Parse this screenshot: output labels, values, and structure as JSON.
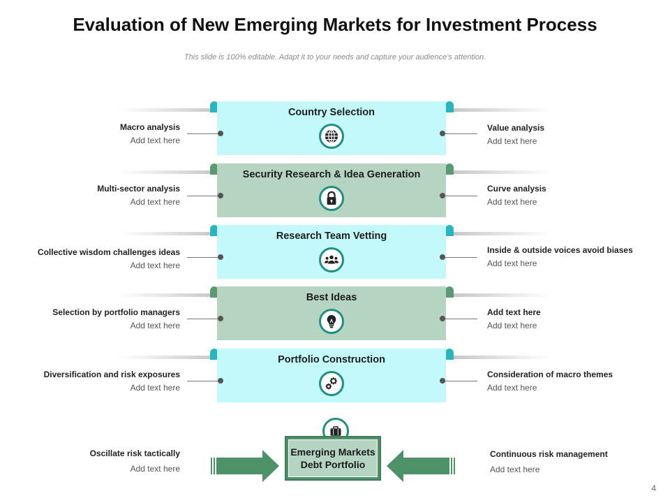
{
  "title": "Evaluation of New Emerging Markets for Investment Process",
  "subtitle": "This slide is 100% editable. Adapt it to your needs and capture your audience’s attention.",
  "steps": [
    {
      "label": "Country Selection",
      "icon": "globe-icon",
      "color": "#c4f9fb",
      "left": {
        "head": "Macro analysis",
        "sub": "Add text here"
      },
      "right": {
        "head": "Value analysis",
        "sub": "Add text here"
      }
    },
    {
      "label": "Security Research & Idea Generation",
      "icon": "lock-icon",
      "color": "#b5d5c2",
      "left": {
        "head": "Multi-sector analysis",
        "sub": "Add text here"
      },
      "right": {
        "head": "Curve analysis",
        "sub": "Add text here"
      }
    },
    {
      "label": "Research Team Vetting",
      "icon": "team-icon",
      "color": "#c4f9fb",
      "left": {
        "head": "Collective wisdom challenges ideas",
        "sub": "Add text here"
      },
      "right": {
        "head": "Inside & outside voices avoid biases",
        "sub": "Add text here"
      }
    },
    {
      "label": "Best Ideas",
      "icon": "lightbulb-icon",
      "color": "#b5d5c2",
      "left": {
        "head": "Selection by portfolio managers",
        "sub": "Add text here"
      },
      "right": {
        "head": "Add text here",
        "sub": "Add text here"
      }
    },
    {
      "label": "Portfolio Construction",
      "icon": "gears-icon",
      "color": "#c4f9fb",
      "left": {
        "head": "Diversification and risk exposures",
        "sub": "Add text here"
      },
      "right": {
        "head": "Consideration of macro themes",
        "sub": "Add text here"
      }
    }
  ],
  "final": {
    "label": "Emerging Markets Debt Portfolio",
    "icon": "briefcase-icon",
    "left": {
      "head": "Oscillate risk tactically",
      "sub": "Add text here"
    },
    "right": {
      "head": "Continuous risk management",
      "sub": "Add text here"
    }
  },
  "colors": {
    "cyan_panel": "#c4f9fb",
    "green_panel": "#b5d5c2",
    "accent_teal": "#1f8f81",
    "arrow_green": "#4d9168"
  },
  "page_number": "4"
}
